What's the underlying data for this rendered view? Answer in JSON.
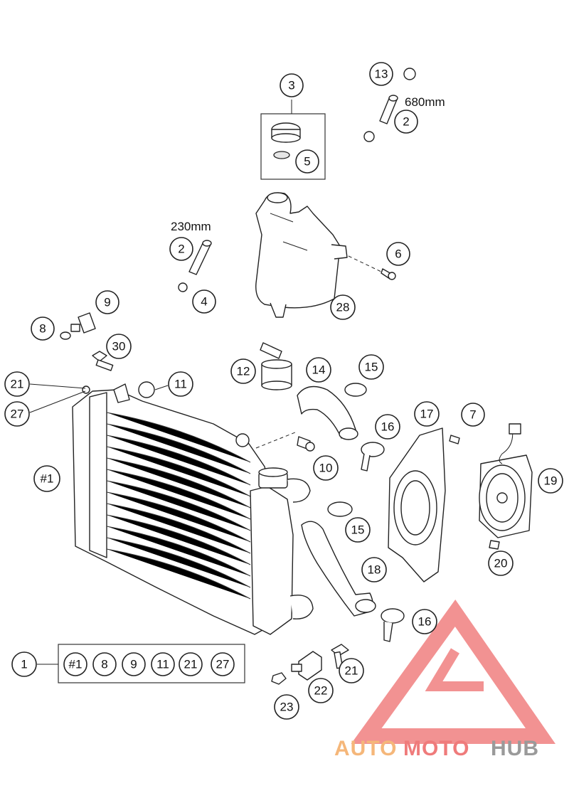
{
  "callouts": {
    "c3": "3",
    "c13": "13",
    "c2a": "2",
    "c5": "5",
    "c2b": "2",
    "c4": "4",
    "c6": "6",
    "c9": "9",
    "c8": "8",
    "c28": "28",
    "c30": "30",
    "c12": "12",
    "c14": "14",
    "c15a": "15",
    "c21a": "21",
    "c11": "11",
    "c27a": "27",
    "c17": "17",
    "c7": "7",
    "c16a": "16",
    "c1h": "#1",
    "c10": "10",
    "c19": "19",
    "c15b": "15",
    "c20": "20",
    "c18": "18",
    "c16b": "16",
    "c1": "1",
    "k1h": "#1",
    "k8": "8",
    "k9": "9",
    "k11": "11",
    "k21": "21",
    "k27": "27",
    "c21b": "21",
    "c22": "22",
    "c23": "23"
  },
  "dimensions": {
    "hose_upper": "680mm",
    "hose_lower": "230mm"
  },
  "watermark": {
    "part1": "AUTO",
    "part2": "MOTO",
    "part3": "HUB"
  },
  "colors": {
    "wm_orange": "#f5b77a",
    "wm_red": "#ef7b7b",
    "wm_grey": "#9a9a9a",
    "triangle": "#f07f7f"
  }
}
